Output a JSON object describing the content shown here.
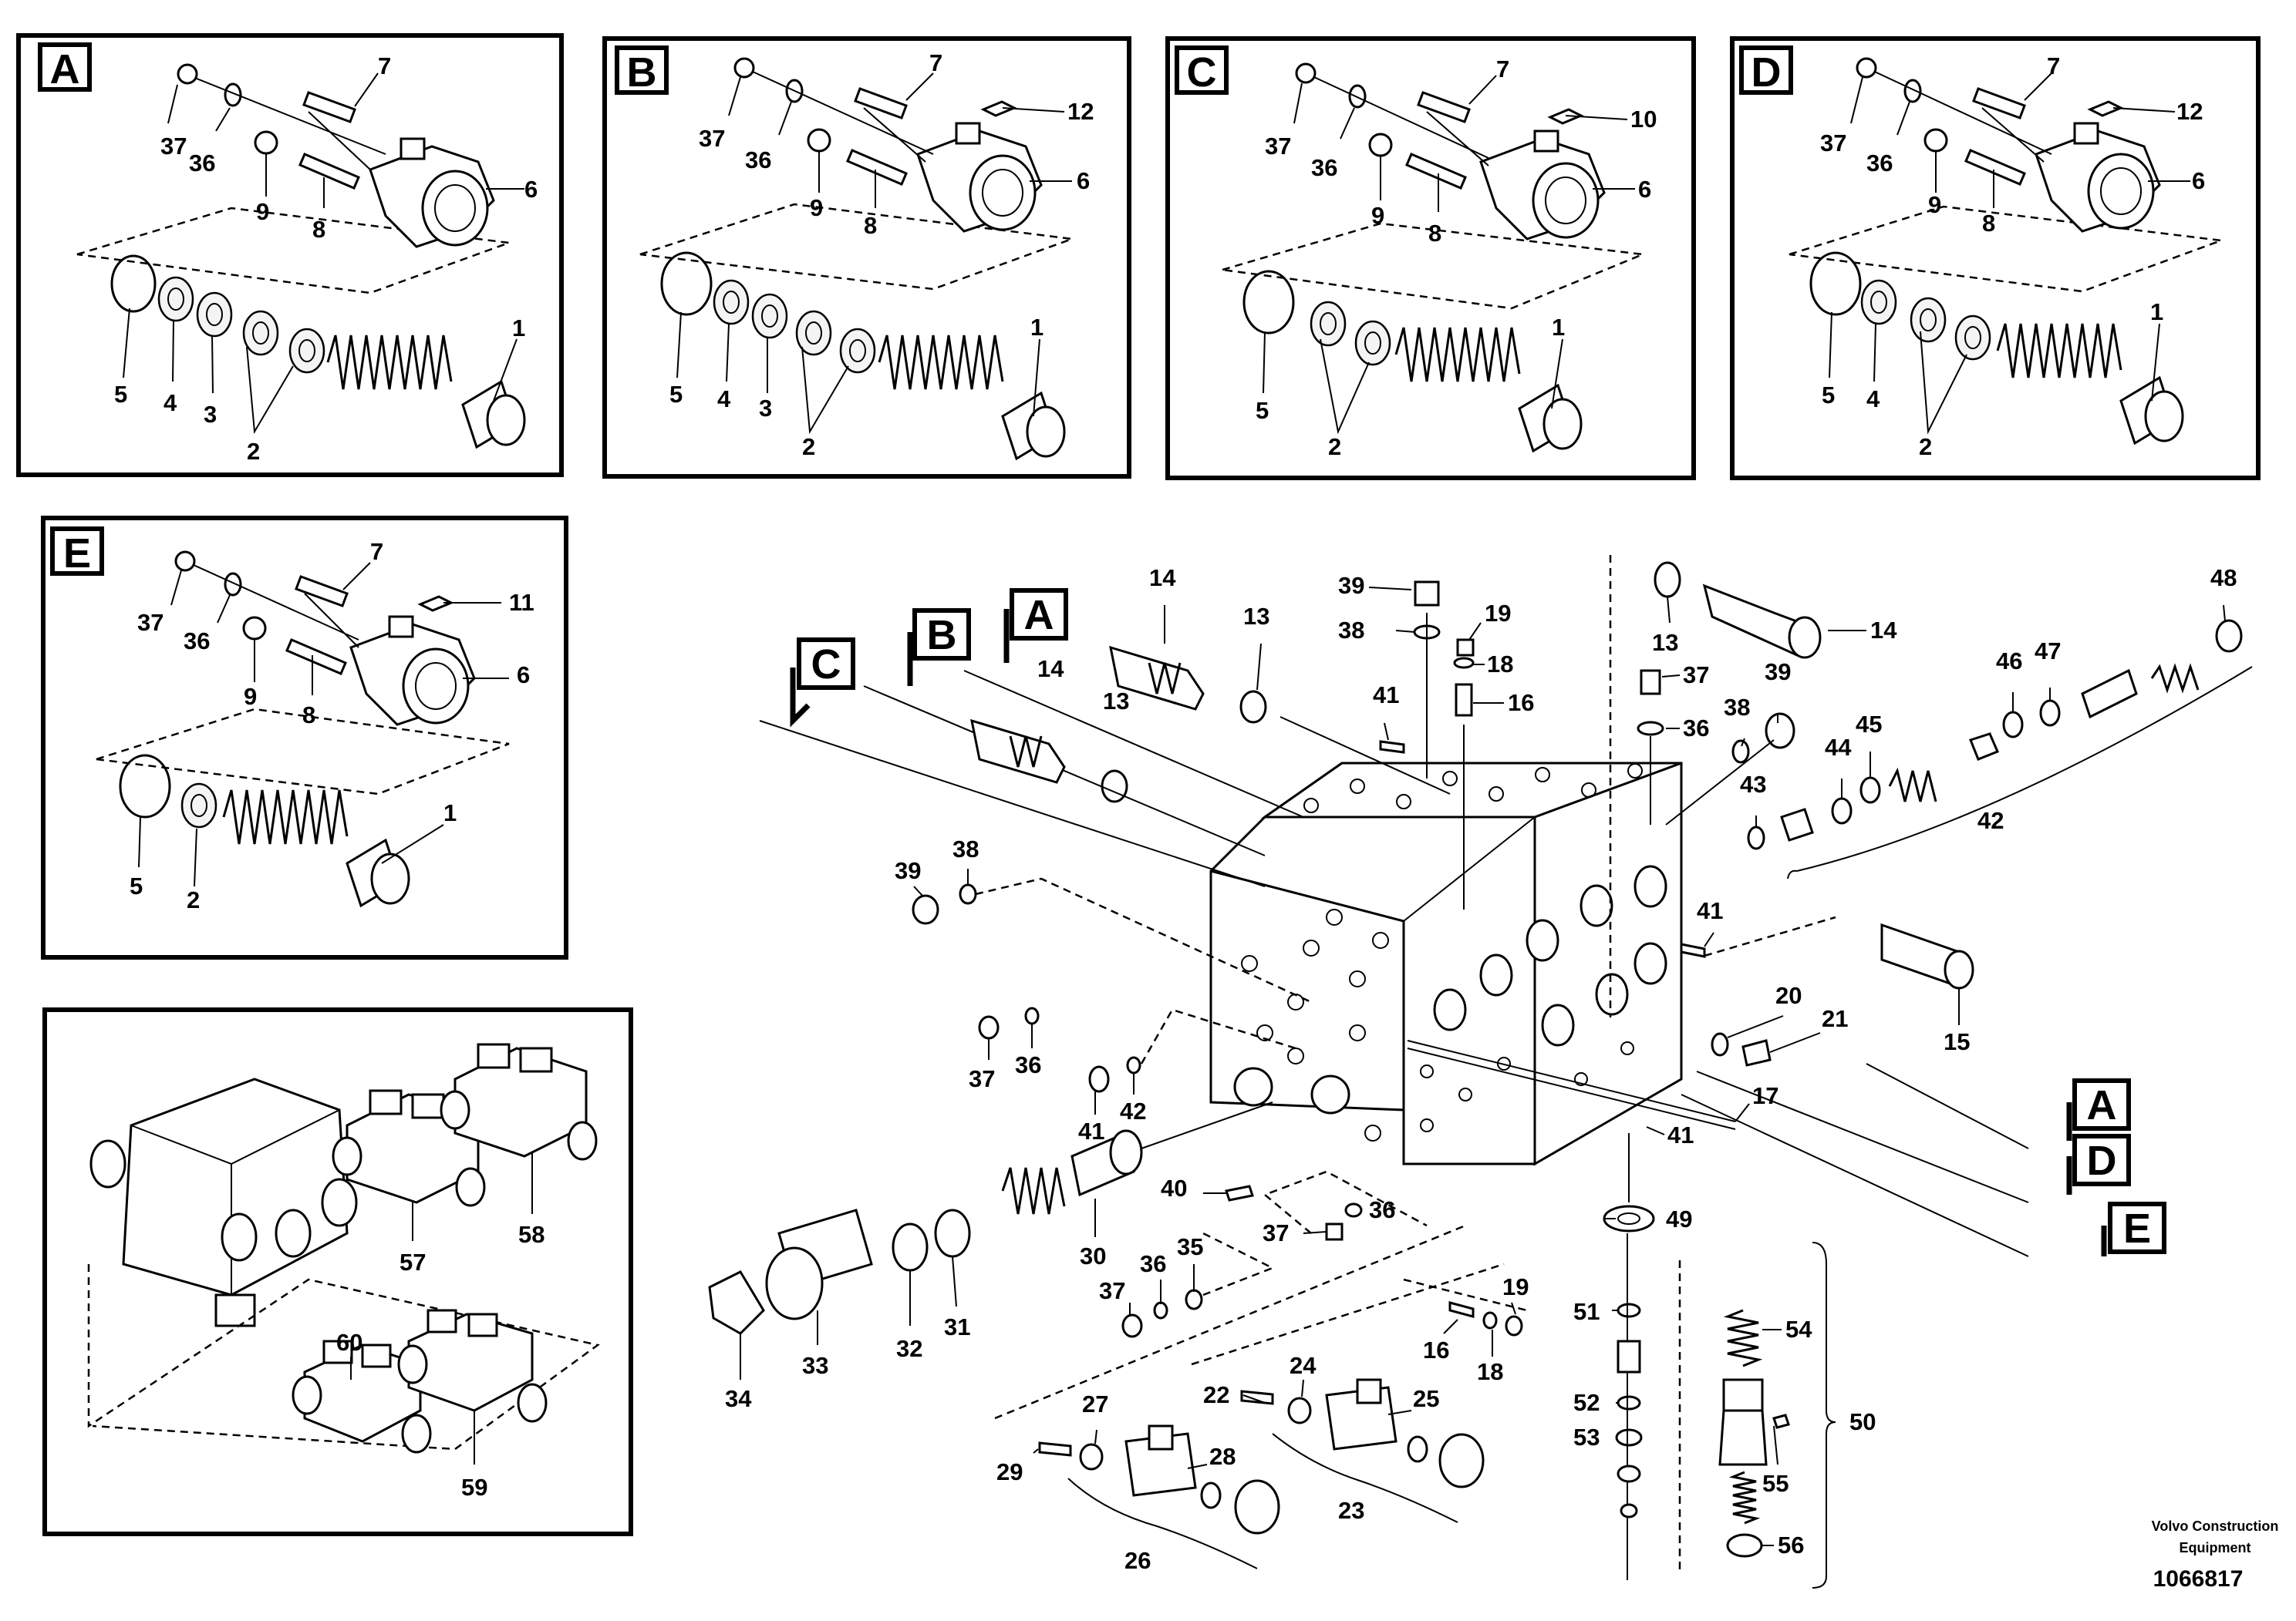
{
  "panels": [
    {
      "letter": "A",
      "labels": [
        "37",
        "36",
        "7",
        "9",
        "8",
        "6",
        "5",
        "4",
        "3",
        "2",
        "1"
      ]
    },
    {
      "letter": "B",
      "labels": [
        "37",
        "36",
        "7",
        "12",
        "9",
        "8",
        "6",
        "5",
        "4",
        "3",
        "2",
        "1"
      ]
    },
    {
      "letter": "C",
      "labels": [
        "37",
        "36",
        "7",
        "10",
        "9",
        "8",
        "6",
        "5",
        "2",
        "1"
      ]
    },
    {
      "letter": "D",
      "labels": [
        "37",
        "36",
        "7",
        "12",
        "9",
        "8",
        "6",
        "5",
        "4",
        "2",
        "1"
      ]
    },
    {
      "letter": "E",
      "labels": [
        "37",
        "36",
        "7",
        "11",
        "9",
        "8",
        "6",
        "5",
        "2",
        "1"
      ]
    }
  ],
  "assembly_panel": {
    "labels": [
      "58",
      "57",
      "60",
      "59"
    ]
  },
  "main_view": {
    "callouts": [
      "C",
      "B",
      "A",
      "A",
      "D",
      "E"
    ],
    "labels": [
      "14",
      "13",
      "39",
      "38",
      "19",
      "18",
      "16",
      "41",
      "37",
      "36",
      "38",
      "39",
      "13",
      "14",
      "48",
      "46",
      "47",
      "44",
      "45",
      "43",
      "42",
      "41",
      "15",
      "20",
      "21",
      "17",
      "41",
      "39",
      "38",
      "37",
      "36",
      "41",
      "42",
      "40",
      "30",
      "37",
      "36",
      "37",
      "36",
      "35",
      "34",
      "33",
      "32",
      "31",
      "49",
      "51",
      "52",
      "53",
      "54",
      "55",
      "56",
      "50",
      "19",
      "16",
      "18",
      "24",
      "25",
      "22",
      "23",
      "27",
      "28",
      "29",
      "26",
      "14",
      "13"
    ]
  },
  "footer": {
    "company_line1": "Volvo Construction",
    "company_line2": "Equipment",
    "figure_number": "1066817"
  }
}
